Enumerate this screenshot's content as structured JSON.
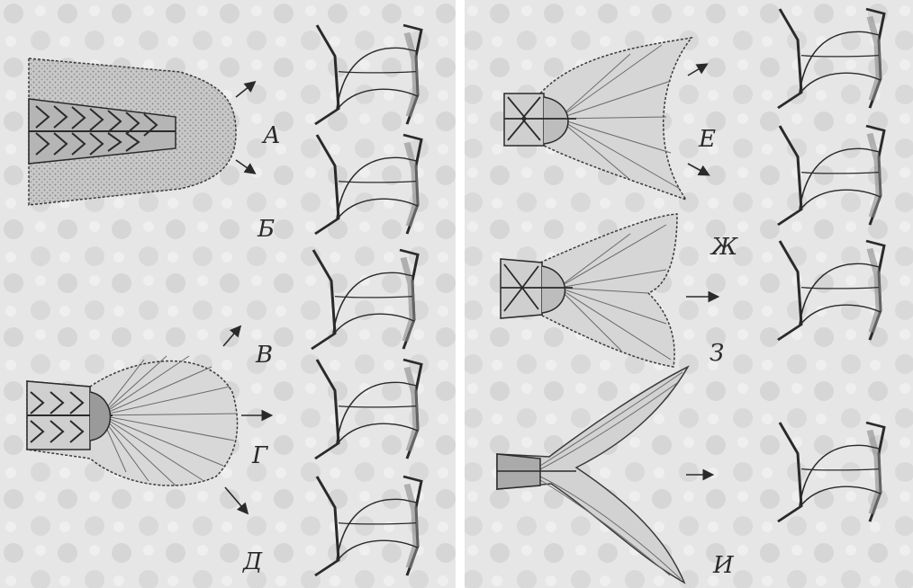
{
  "labels": {
    "a": "А",
    "b": "Б",
    "v": "В",
    "g": "Г",
    "d": "Д",
    "e": "Е",
    "zh": "Ж",
    "z": "З",
    "i": "И"
  },
  "colors": {
    "background": "#e8e8e8",
    "ink": "#2a2a2a",
    "shade": "#7a7a7a"
  }
}
